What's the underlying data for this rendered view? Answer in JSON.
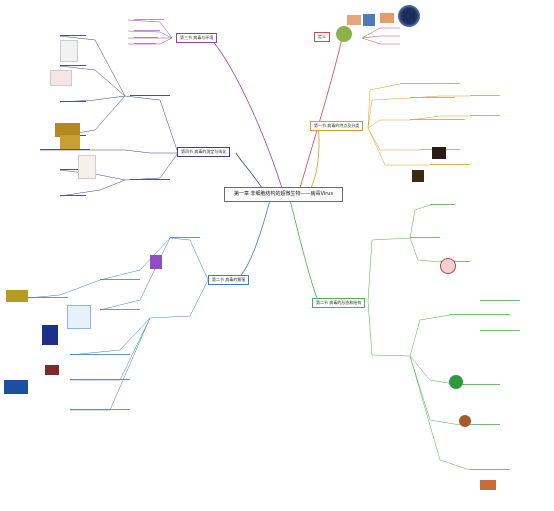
{
  "center": {
    "title": "第一章 非细胞结构的超微生物——病毒Virus"
  },
  "branches": {
    "section3": "第三节 病毒与环境",
    "section4": "第四节 病毒的测定与纯化",
    "intro": "定义",
    "section1": "第一节 病毒的特点及分类",
    "section2": "第二节 病毒的形态和结构",
    "section5": "第二节 病毒的繁殖"
  },
  "colors": {
    "purple": "#8e44ad",
    "navy": "#3b3f8c",
    "red": "#d24a4a",
    "orange": "#e09a24",
    "blue": "#3a7bd5",
    "green": "#4caf50"
  }
}
